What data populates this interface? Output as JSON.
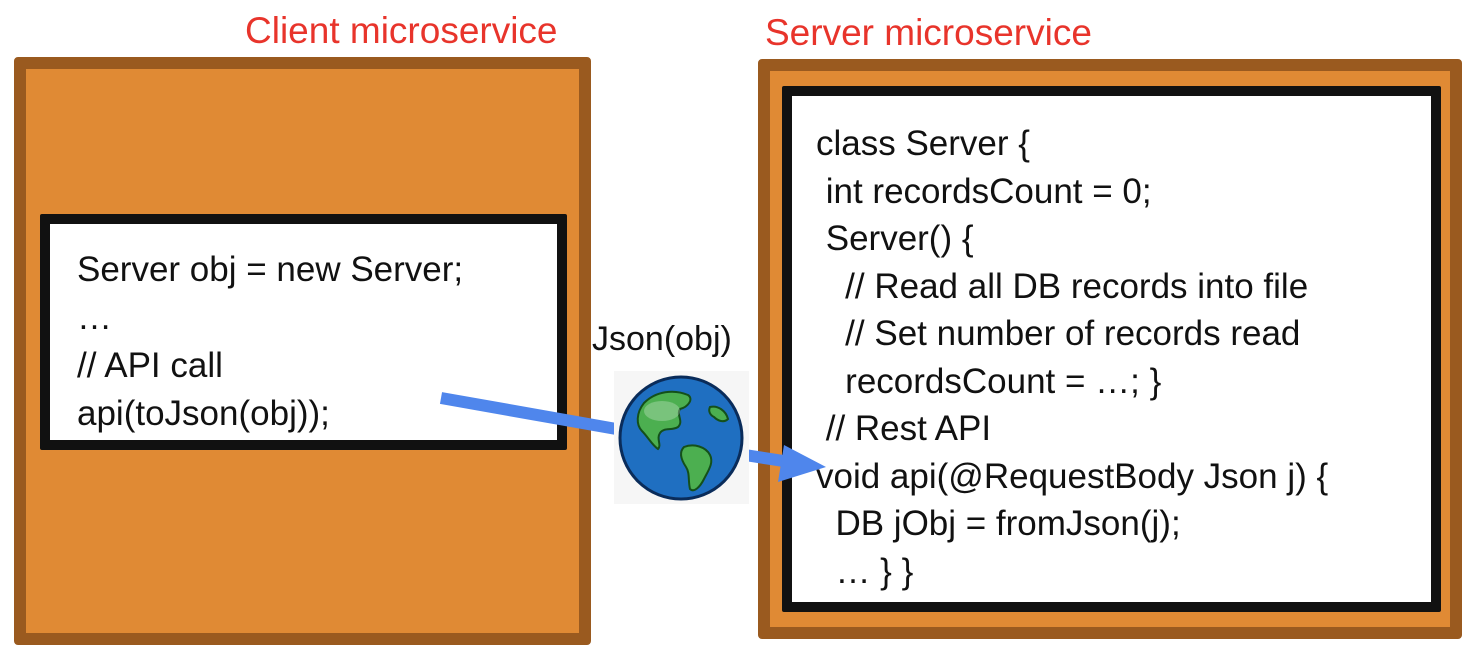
{
  "client": {
    "title": "Client microservice",
    "code_lines": [
      "Server obj = new Server;",
      "…",
      "// API call",
      "api(toJson(obj));"
    ]
  },
  "server": {
    "title": "Server microservice",
    "code_lines": [
      "class Server {",
      " int recordsCount = 0;",
      " Server() {",
      "   // Read all DB records into file",
      "   // Set number of records read",
      "   recordsCount = …; }",
      " // Rest API",
      "void api(@RequestBody Json j) {",
      "  DB jObj = fromJson(j);",
      "  … } }"
    ]
  },
  "transport": {
    "label": "Json(obj)",
    "icon": "globe-icon"
  },
  "colors": {
    "title": "#e8342b",
    "service_fill": "#e08a34",
    "service_border": "#9a5a1f",
    "code_border": "#111111",
    "arrow": "#4f86ec",
    "ocean": "#1f6fc1",
    "land": "#4caf50"
  }
}
